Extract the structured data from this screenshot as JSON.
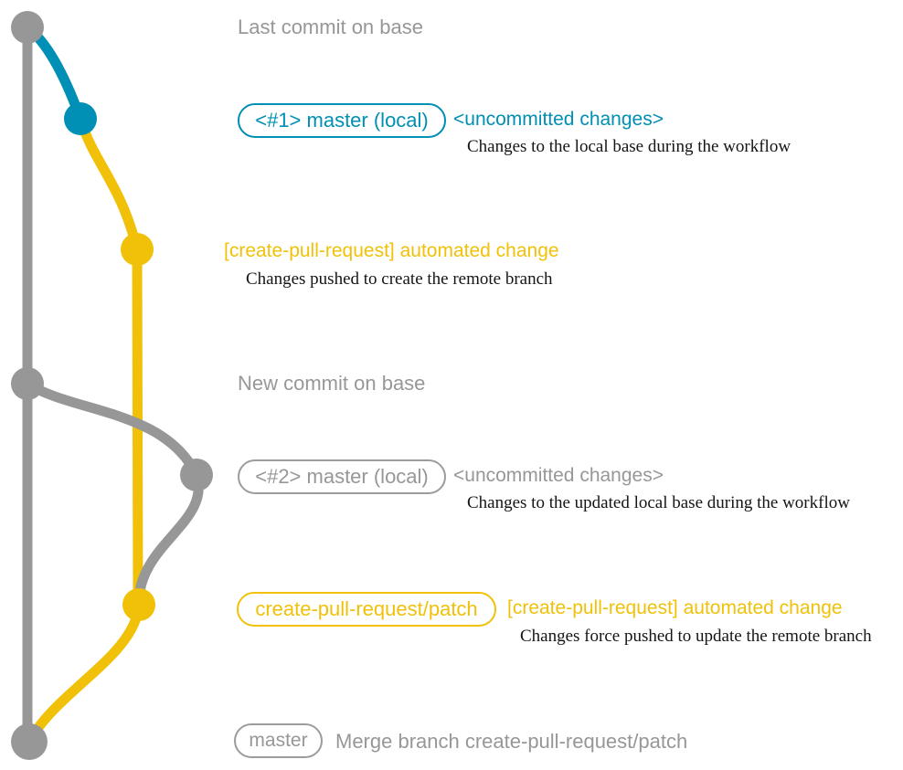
{
  "colors": {
    "gray": "#979797",
    "blue": "#008fb5",
    "yellow": "#f1c109",
    "note_text": "#151515"
  },
  "graph": {
    "branches": [
      "base",
      "master-local",
      "create-pull-request-patch"
    ],
    "commits": [
      {
        "id": "last-commit-on-base",
        "branch": "base",
        "color": "gray"
      },
      {
        "id": "uncommitted-1",
        "branch": "master-local",
        "color": "blue"
      },
      {
        "id": "automated-change-1",
        "branch": "create-pull-request-patch",
        "color": "yellow"
      },
      {
        "id": "new-commit-on-base",
        "branch": "base",
        "color": "gray"
      },
      {
        "id": "uncommitted-2",
        "branch": "master-local",
        "color": "gray"
      },
      {
        "id": "automated-change-2",
        "branch": "create-pull-request-patch",
        "color": "yellow"
      },
      {
        "id": "merge-commit",
        "branch": "base",
        "color": "gray"
      }
    ]
  },
  "annotations": {
    "last_commit": {
      "label": "Last commit on base"
    },
    "commit1": {
      "tag": "<#1> master (local)",
      "message": "<uncommitted changes>",
      "description": "Changes to the local base during the workflow"
    },
    "commit2": {
      "message": "[create-pull-request] automated change",
      "description": "Changes pushed to create the remote branch"
    },
    "new_commit": {
      "label": "New commit on base"
    },
    "commit3": {
      "tag": "<#2> master (local)",
      "message": "<uncommitted changes>",
      "description": "Changes to the updated local base during the workflow"
    },
    "commit4": {
      "tag": "create-pull-request/patch",
      "message": "[create-pull-request] automated change",
      "description": "Changes force pushed to update the remote branch"
    },
    "merge_commit": {
      "tag": "master",
      "message": "Merge branch create-pull-request/patch"
    }
  }
}
